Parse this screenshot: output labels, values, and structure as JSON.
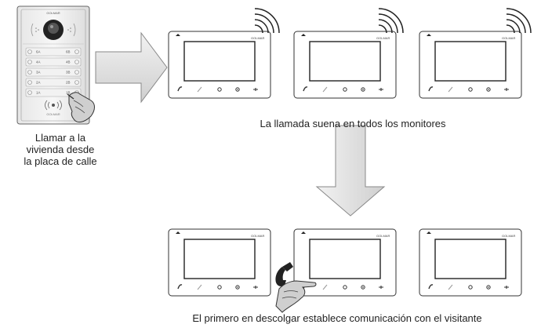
{
  "panel": {
    "brand": "GOLMAR",
    "bottom_brand": "GOLMAR",
    "buttons": [
      "6A",
      "6B",
      "4A",
      "4B",
      "3A",
      "3B",
      "2A",
      "2B",
      "1A",
      "1B"
    ]
  },
  "monitor": {
    "brand": "GOLMAR"
  },
  "captions": {
    "call_from_panel": "Llamar a la\nvivienda desde\nla placa de calle",
    "rings_all": "La llamada suena en todos los monitores",
    "first_answer": "El primero en descolgar establece comunicación con el visitante"
  }
}
